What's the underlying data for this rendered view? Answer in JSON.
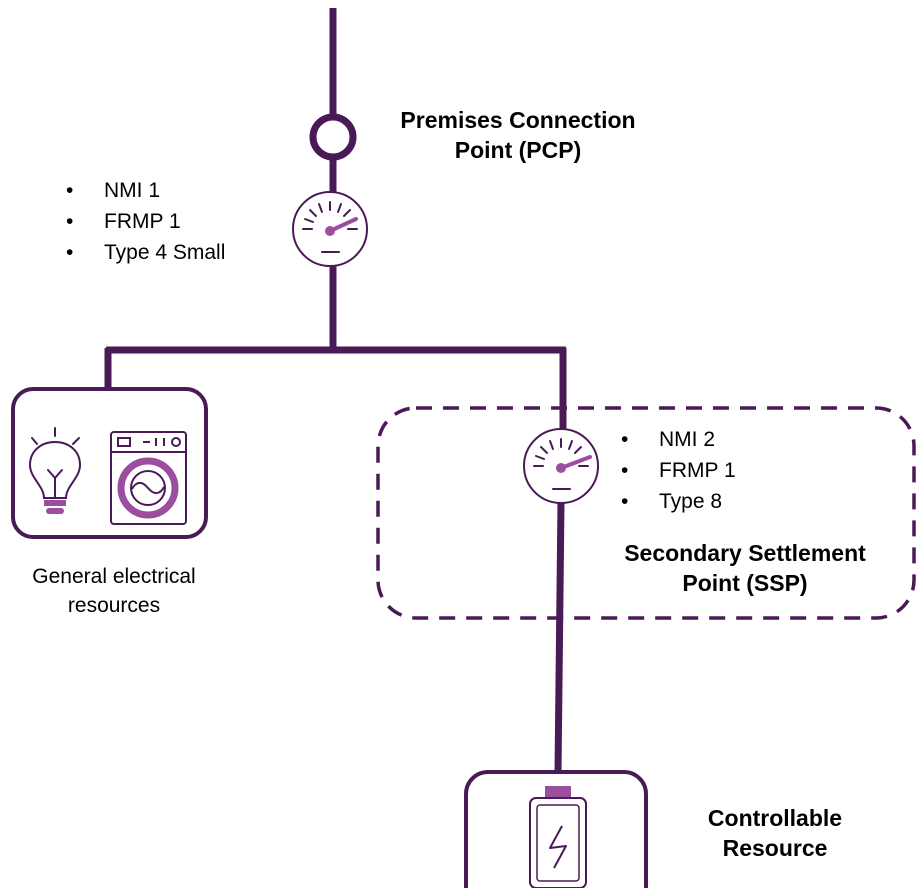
{
  "colors": {
    "line": "#4a1a57",
    "accent": "#9b4d9e"
  },
  "pcp": {
    "label_line1": "Premises Connection",
    "label_line2": "Point (PCP)",
    "meter_items": [
      "NMI 1",
      "FRMP 1",
      "Type 4 Small"
    ]
  },
  "general": {
    "label_line1": "General electrical",
    "label_line2": "resources",
    "icons": [
      "lightbulb-icon",
      "washing-machine-icon"
    ]
  },
  "ssp": {
    "label_line1": "Secondary Settlement",
    "label_line2": "Point (SSP)",
    "meter_items": [
      "NMI 2",
      "FRMP 1",
      "Type 8"
    ]
  },
  "controllable": {
    "label_line1": "Controllable",
    "label_line2": "Resource",
    "icon": "battery-icon"
  }
}
